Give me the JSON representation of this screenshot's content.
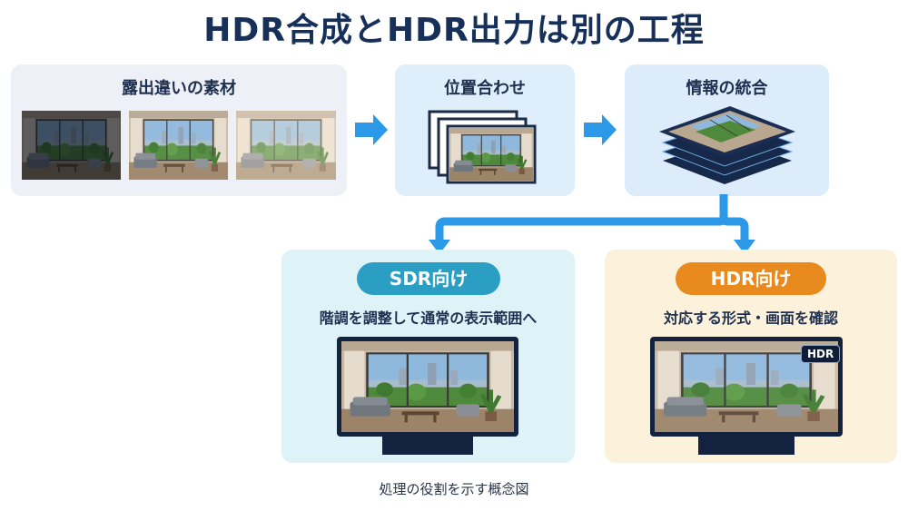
{
  "title": "HDR合成とHDR出力は別の工程",
  "steps": {
    "materials": "露出違いの素材",
    "align": "位置合わせ",
    "merge": "情報の統合"
  },
  "sdr": {
    "badge": "SDR向け",
    "description": "階調を調整して通常の表示範囲へ"
  },
  "hdr": {
    "badge": "HDR向け",
    "description": "対応する形式・画面を確認",
    "screen_tag": "HDR"
  },
  "caption": "処理の役割を示す概念図",
  "colors": {
    "arrow": "#2b98e8",
    "sdr_accent": "#2a9fc3",
    "hdr_accent": "#e88a1d"
  }
}
